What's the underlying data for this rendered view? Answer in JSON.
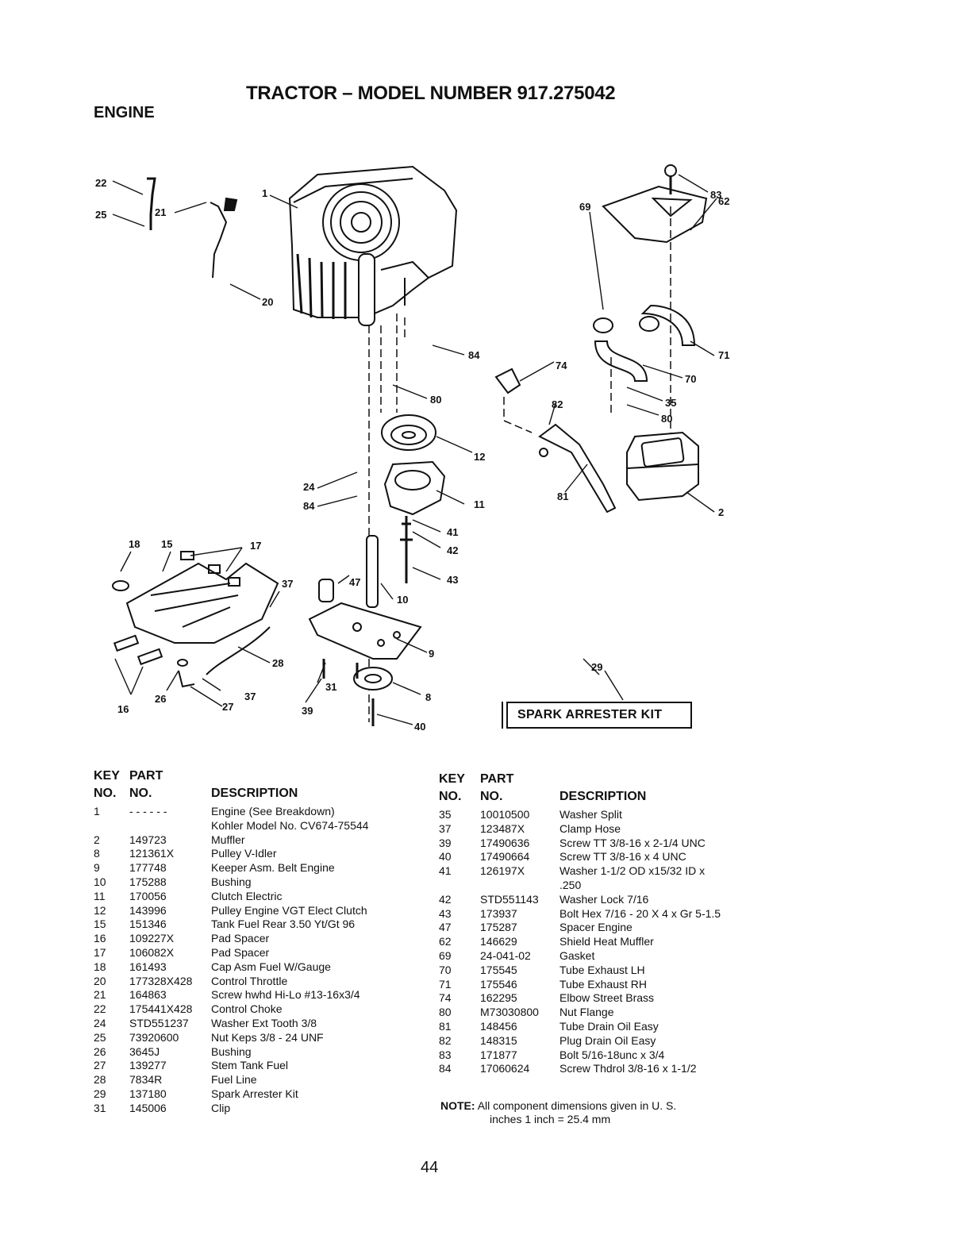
{
  "header": {
    "title": "TRACTOR – MODEL NUMBER 917.275042",
    "section": "ENGINE"
  },
  "diagram": {
    "callouts": [
      "22",
      "25",
      "1",
      "21",
      "20",
      "83",
      "62",
      "69",
      "71",
      "70",
      "84",
      "74",
      "80",
      "82",
      "35",
      "80",
      "12",
      "24",
      "84",
      "11",
      "81",
      "2",
      "18",
      "15",
      "17",
      "41",
      "42",
      "43",
      "37",
      "47",
      "10",
      "9",
      "28",
      "29",
      "31",
      "8",
      "16",
      "26",
      "27",
      "37",
      "39",
      "40"
    ],
    "kit_label": "SPARK ARRESTER KIT"
  },
  "parts_left": {
    "headers": {
      "key_line1": "KEY",
      "key_line2": "NO.",
      "part_line1": "PART",
      "part_line2": "NO.",
      "description": "DESCRIPTION"
    },
    "rows": [
      {
        "key": "1",
        "part": "- - - - - -",
        "desc": "Engine (See Breakdown)",
        "desc2": "Kohler Model No. CV674-75544"
      },
      {
        "key": "2",
        "part": "149723",
        "desc": "Muffler"
      },
      {
        "key": "8",
        "part": "121361X",
        "desc": "Pulley V-Idler"
      },
      {
        "key": "9",
        "part": "177748",
        "desc": "Keeper Asm. Belt Engine"
      },
      {
        "key": "10",
        "part": "175288",
        "desc": "Bushing"
      },
      {
        "key": "11",
        "part": "170056",
        "desc": "Clutch Electric"
      },
      {
        "key": "12",
        "part": "143996",
        "desc": "Pulley Engine VGT Elect Clutch"
      },
      {
        "key": "15",
        "part": "151346",
        "desc": "Tank Fuel Rear 3.50 Yt/Gt 96"
      },
      {
        "key": "16",
        "part": "109227X",
        "desc": "Pad Spacer"
      },
      {
        "key": "17",
        "part": "106082X",
        "desc": "Pad Spacer"
      },
      {
        "key": "18",
        "part": "161493",
        "desc": "Cap Asm Fuel W/Gauge"
      },
      {
        "key": "20",
        "part": "177328X428",
        "desc": "Control Throttle"
      },
      {
        "key": "21",
        "part": "164863",
        "desc": "Screw hwhd Hi-Lo #13-16x3/4"
      },
      {
        "key": "22",
        "part": "175441X428",
        "desc": "Control Choke"
      },
      {
        "key": "24",
        "part": "STD551237",
        "desc": "Washer Ext Tooth 3/8"
      },
      {
        "key": "25",
        "part": "73920600",
        "desc": "Nut Keps 3/8 - 24 UNF"
      },
      {
        "key": "26",
        "part": "3645J",
        "desc": "Bushing"
      },
      {
        "key": "27",
        "part": "139277",
        "desc": "Stem Tank Fuel"
      },
      {
        "key": "28",
        "part": "7834R",
        "desc": "Fuel Line"
      },
      {
        "key": "29",
        "part": "137180",
        "desc": "Spark Arrester Kit"
      },
      {
        "key": "31",
        "part": "145006",
        "desc": "Clip"
      }
    ]
  },
  "parts_right": {
    "headers": {
      "key_line1": "KEY",
      "key_line2": "NO.",
      "part_line1": "PART",
      "part_line2": "NO.",
      "description": "DESCRIPTION"
    },
    "rows": [
      {
        "key": "35",
        "part": "10010500",
        "desc": "Washer Split"
      },
      {
        "key": "37",
        "part": "123487X",
        "desc": "Clamp Hose"
      },
      {
        "key": "39",
        "part": "17490636",
        "desc": "Screw TT 3/8-16 x 2-1/4 UNC"
      },
      {
        "key": "40",
        "part": "17490664",
        "desc": "Screw TT 3/8-16 x 4 UNC"
      },
      {
        "key": "41",
        "part": "126197X",
        "desc": "Washer 1-1/2 OD x15/32 ID x",
        "desc2": ".250"
      },
      {
        "key": "42",
        "part": "STD551143",
        "desc": "Washer Lock 7/16"
      },
      {
        "key": "43",
        "part": "173937",
        "desc": "Bolt Hex 7/16 - 20 X 4 x Gr 5-1.5"
      },
      {
        "key": "47",
        "part": "175287",
        "desc": "Spacer Engine"
      },
      {
        "key": "62",
        "part": "146629",
        "desc": "Shield Heat Muffler"
      },
      {
        "key": "69",
        "part": "24-041-02",
        "desc": "Gasket"
      },
      {
        "key": "70",
        "part": "175545",
        "desc": "Tube Exhaust LH"
      },
      {
        "key": "71",
        "part": "175546",
        "desc": "Tube Exhaust RH"
      },
      {
        "key": "74",
        "part": "162295",
        "desc": "Elbow Street Brass"
      },
      {
        "key": "80",
        "part": "M73030800",
        "desc": "Nut Flange"
      },
      {
        "key": "81",
        "part": "148456",
        "desc": "Tube Drain Oil Easy"
      },
      {
        "key": "82",
        "part": "148315",
        "desc": "Plug Drain Oil Easy"
      },
      {
        "key": "83",
        "part": "171877",
        "desc": "Bolt 5/16-18unc x 3/4"
      },
      {
        "key": "84",
        "part": "17060624",
        "desc": "Screw Thdrol 3/8-16 x 1-1/2"
      }
    ]
  },
  "note": {
    "label": "NOTE:",
    "line1": "All component dimensions given in U. S.",
    "line2": "inches 1 inch = 25.4 mm"
  },
  "page_number": "44"
}
